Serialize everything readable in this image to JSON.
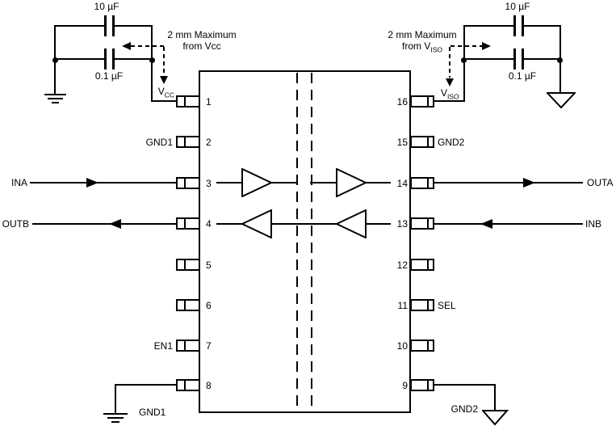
{
  "diagram": {
    "left_network": {
      "cap_top": "10 µF",
      "cap_bottom": "0.1 µF",
      "note_line1": "2 mm Maximum",
      "note_line2": "from Vcc",
      "rail_base": "V",
      "rail_sub": "CC"
    },
    "right_network": {
      "cap_top": "10 µF",
      "cap_bottom": "0.1 µF",
      "note_line1": "2 mm Maximum",
      "note_line2_prefix": "from V",
      "note_line2_sub": "ISO",
      "rail_base": "V",
      "rail_sub": "ISO"
    },
    "ic": {
      "left_pins": [
        {
          "number": "1",
          "label": ""
        },
        {
          "number": "2",
          "label": "GND1"
        },
        {
          "number": "3",
          "label": ""
        },
        {
          "number": "4",
          "label": ""
        },
        {
          "number": "5",
          "label": ""
        },
        {
          "number": "6",
          "label": ""
        },
        {
          "number": "7",
          "label": "EN1"
        },
        {
          "number": "8",
          "label": ""
        }
      ],
      "right_pins": [
        {
          "number": "16",
          "label": ""
        },
        {
          "number": "15",
          "label": "GND2"
        },
        {
          "number": "14",
          "label": ""
        },
        {
          "number": "13",
          "label": ""
        },
        {
          "number": "12",
          "label": ""
        },
        {
          "number": "11",
          "label": "SEL"
        },
        {
          "number": "10",
          "label": ""
        },
        {
          "number": "9",
          "label": ""
        }
      ]
    },
    "signals": {
      "ina": "INA",
      "outb": "OUTB",
      "outa": "OUTA",
      "inb": "INB"
    },
    "grounds": {
      "bottom_left": "GND1",
      "bottom_right": "GND2"
    },
    "colors": {
      "line": "#000000",
      "background": "#ffffff"
    }
  }
}
